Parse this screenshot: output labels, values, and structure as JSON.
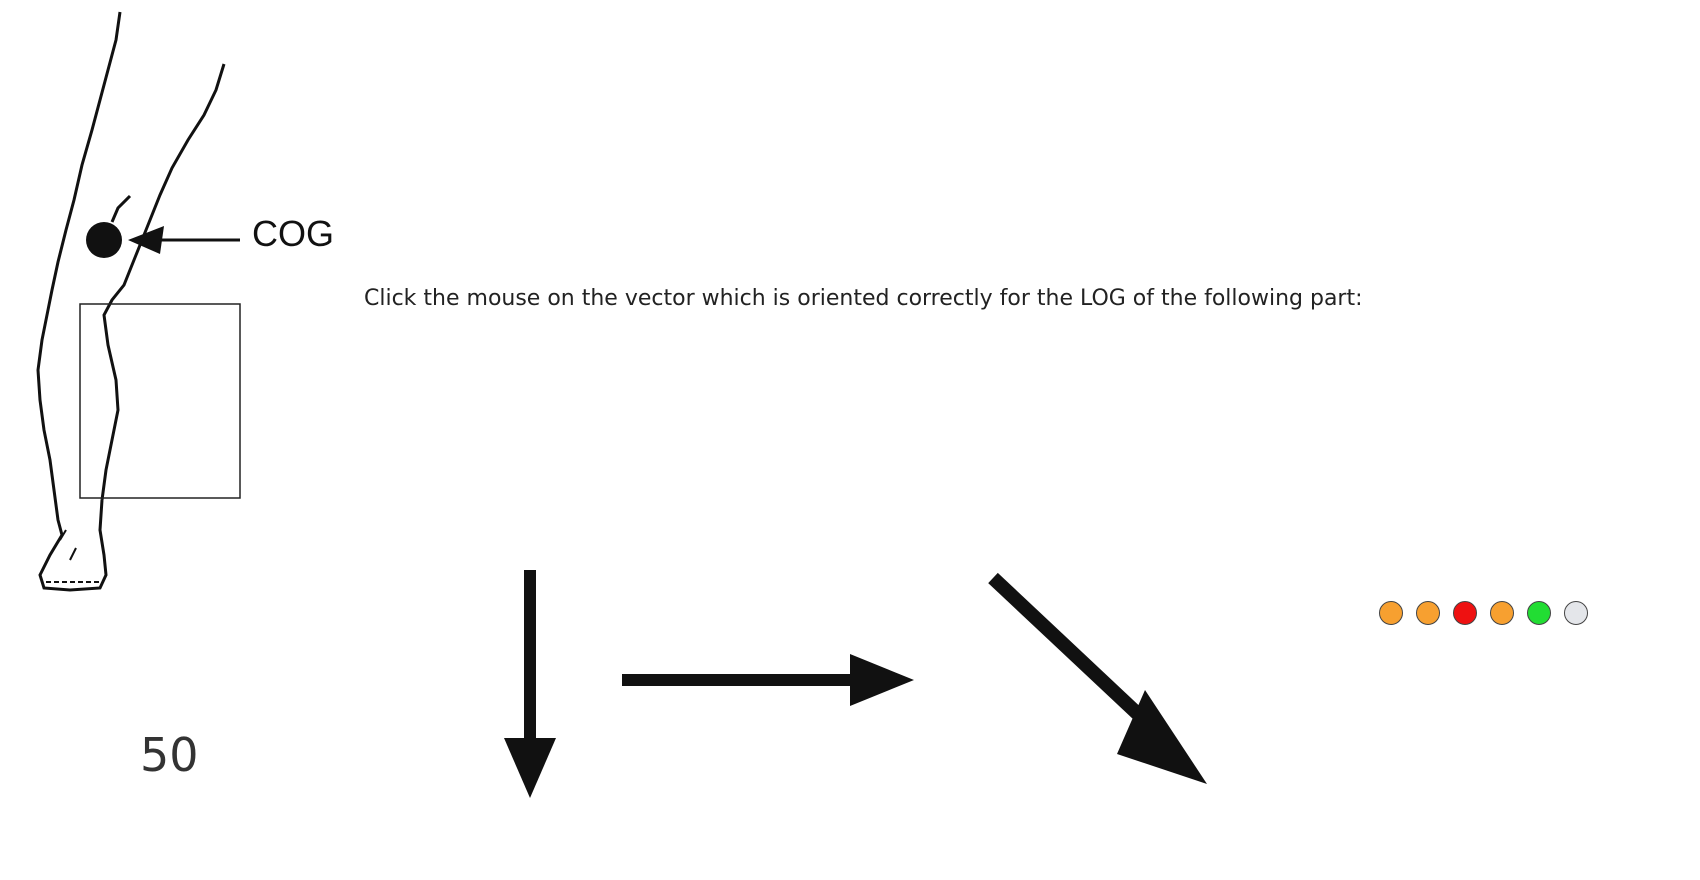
{
  "diagram": {
    "cog_label": "COG"
  },
  "instruction": {
    "text": "Click the mouse on the vector which is oriented correctly for the LOG of the following part:"
  },
  "counter": {
    "value": "50"
  },
  "choices": [
    {
      "id": "down",
      "direction": "down"
    },
    {
      "id": "right",
      "direction": "right"
    },
    {
      "id": "diagonal",
      "direction": "down-right"
    }
  ],
  "progress": {
    "dots": [
      {
        "color": "#f7a030"
      },
      {
        "color": "#f7a030"
      },
      {
        "color": "#ee1111"
      },
      {
        "color": "#f7a030"
      },
      {
        "color": "#22dd33"
      },
      {
        "color": "#e4e6ea"
      }
    ]
  }
}
